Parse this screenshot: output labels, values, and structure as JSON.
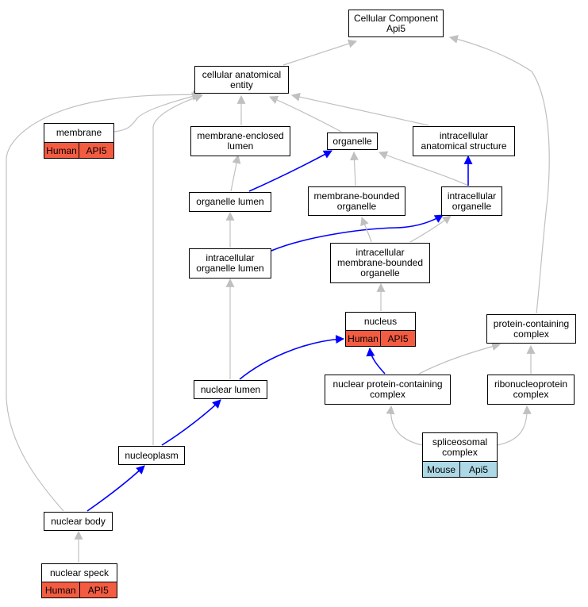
{
  "diagram": {
    "colors": {
      "is_a": "#c0c0c0",
      "part_of": "#0000ff",
      "human": "#f45c42",
      "mouse": "#add8e6"
    },
    "nodes": {
      "root": {
        "label": "Cellular Component\nApi5"
      },
      "cae": {
        "label": "cellular anatomical\nentity"
      },
      "membrane": {
        "label": "membrane",
        "species": "Human",
        "gene": "API5"
      },
      "mel": {
        "label": "membrane-enclosed\nlumen"
      },
      "organelle": {
        "label": "organelle"
      },
      "ias": {
        "label": "intracellular\nanatomical structure"
      },
      "olumen": {
        "label": "organelle lumen"
      },
      "mbo": {
        "label": "membrane-bounded\norganelle"
      },
      "io": {
        "label": "intracellular\norganelle"
      },
      "iol": {
        "label": "intracellular\norganelle lumen"
      },
      "imbo": {
        "label": "intracellular\nmembrane-bounded\norganelle"
      },
      "nucleus": {
        "label": "nucleus",
        "species": "Human",
        "gene": "API5"
      },
      "pcc": {
        "label": "protein-containing\ncomplex"
      },
      "nlumen": {
        "label": "nuclear lumen"
      },
      "npcc": {
        "label": "nuclear protein-containing\ncomplex"
      },
      "rnp": {
        "label": "ribonucleoprotein\ncomplex"
      },
      "nucleoplasm": {
        "label": "nucleoplasm"
      },
      "spliceosome": {
        "label": "spliceosomal\ncomplex",
        "species": "Mouse",
        "gene": "Api5"
      },
      "nbody": {
        "label": "nuclear body"
      },
      "nspeck": {
        "label": "nuclear speck",
        "species": "Human",
        "gene": "API5"
      }
    },
    "edges": [
      {
        "from": "cae",
        "to": "root",
        "relation": "is_a"
      },
      {
        "from": "pcc",
        "to": "root",
        "relation": "is_a"
      },
      {
        "from": "membrane",
        "to": "cae",
        "relation": "is_a"
      },
      {
        "from": "mel",
        "to": "cae",
        "relation": "is_a"
      },
      {
        "from": "organelle",
        "to": "cae",
        "relation": "is_a"
      },
      {
        "from": "ias",
        "to": "cae",
        "relation": "is_a"
      },
      {
        "from": "nbody",
        "to": "cae",
        "relation": "is_a"
      },
      {
        "from": "nucleoplasm",
        "to": "cae",
        "relation": "is_a"
      },
      {
        "from": "olumen",
        "to": "mel",
        "relation": "is_a"
      },
      {
        "from": "olumen",
        "to": "organelle",
        "relation": "part_of"
      },
      {
        "from": "mbo",
        "to": "organelle",
        "relation": "is_a"
      },
      {
        "from": "io",
        "to": "organelle",
        "relation": "is_a"
      },
      {
        "from": "io",
        "to": "ias",
        "relation": "part_of"
      },
      {
        "from": "iol",
        "to": "olumen",
        "relation": "is_a"
      },
      {
        "from": "iol",
        "to": "io",
        "relation": "part_of"
      },
      {
        "from": "imbo",
        "to": "mbo",
        "relation": "is_a"
      },
      {
        "from": "imbo",
        "to": "io",
        "relation": "is_a"
      },
      {
        "from": "nucleus",
        "to": "imbo",
        "relation": "is_a"
      },
      {
        "from": "nlumen",
        "to": "iol",
        "relation": "is_a"
      },
      {
        "from": "nlumen",
        "to": "nucleus",
        "relation": "part_of"
      },
      {
        "from": "npcc",
        "to": "nucleus",
        "relation": "part_of"
      },
      {
        "from": "npcc",
        "to": "pcc",
        "relation": "is_a"
      },
      {
        "from": "rnp",
        "to": "pcc",
        "relation": "is_a"
      },
      {
        "from": "nucleoplasm",
        "to": "nlumen",
        "relation": "part_of"
      },
      {
        "from": "spliceosome",
        "to": "npcc",
        "relation": "is_a"
      },
      {
        "from": "spliceosome",
        "to": "rnp",
        "relation": "is_a"
      },
      {
        "from": "nbody",
        "to": "nucleoplasm",
        "relation": "part_of"
      },
      {
        "from": "nspeck",
        "to": "nbody",
        "relation": "is_a"
      }
    ]
  }
}
